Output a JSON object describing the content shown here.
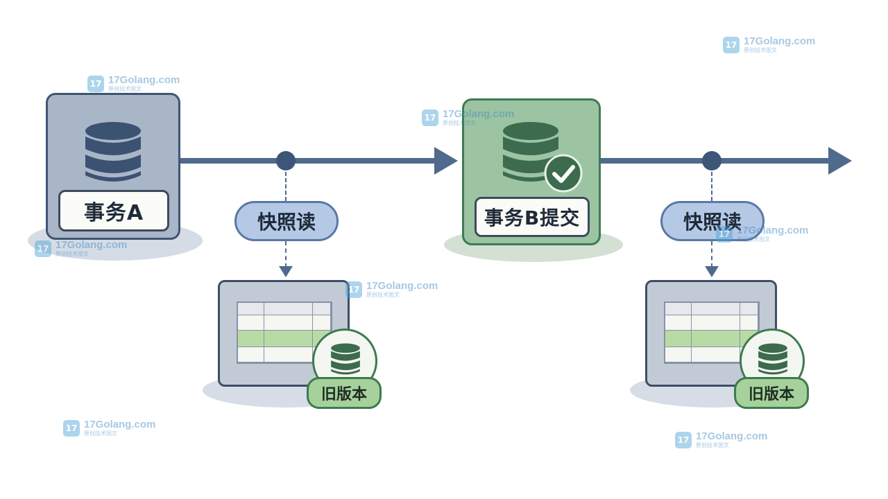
{
  "transactions": {
    "a": {
      "label": "事务A"
    },
    "b": {
      "label": "事务B提交"
    }
  },
  "snapshot_reads": [
    {
      "label": "快照读"
    },
    {
      "label": "快照读"
    }
  ],
  "old_versions": [
    {
      "label": "旧版本"
    },
    {
      "label": "旧版本"
    }
  ],
  "watermark": {
    "text": "17Golang.com",
    "subtext": "原创技术图文",
    "logo_glyph": "17"
  },
  "colors": {
    "timeline": "#4f6a8c",
    "tx_a_fill": "#a9b6c8",
    "tx_b_fill": "#9cc4a2",
    "pill_fill": "#b5c9e6",
    "old_version_fill": "#a6d19b",
    "highlight_row": "#b8dba6"
  },
  "icons": {
    "database": "database-icon",
    "check": "check-icon",
    "arrow": "arrow-right-icon"
  }
}
